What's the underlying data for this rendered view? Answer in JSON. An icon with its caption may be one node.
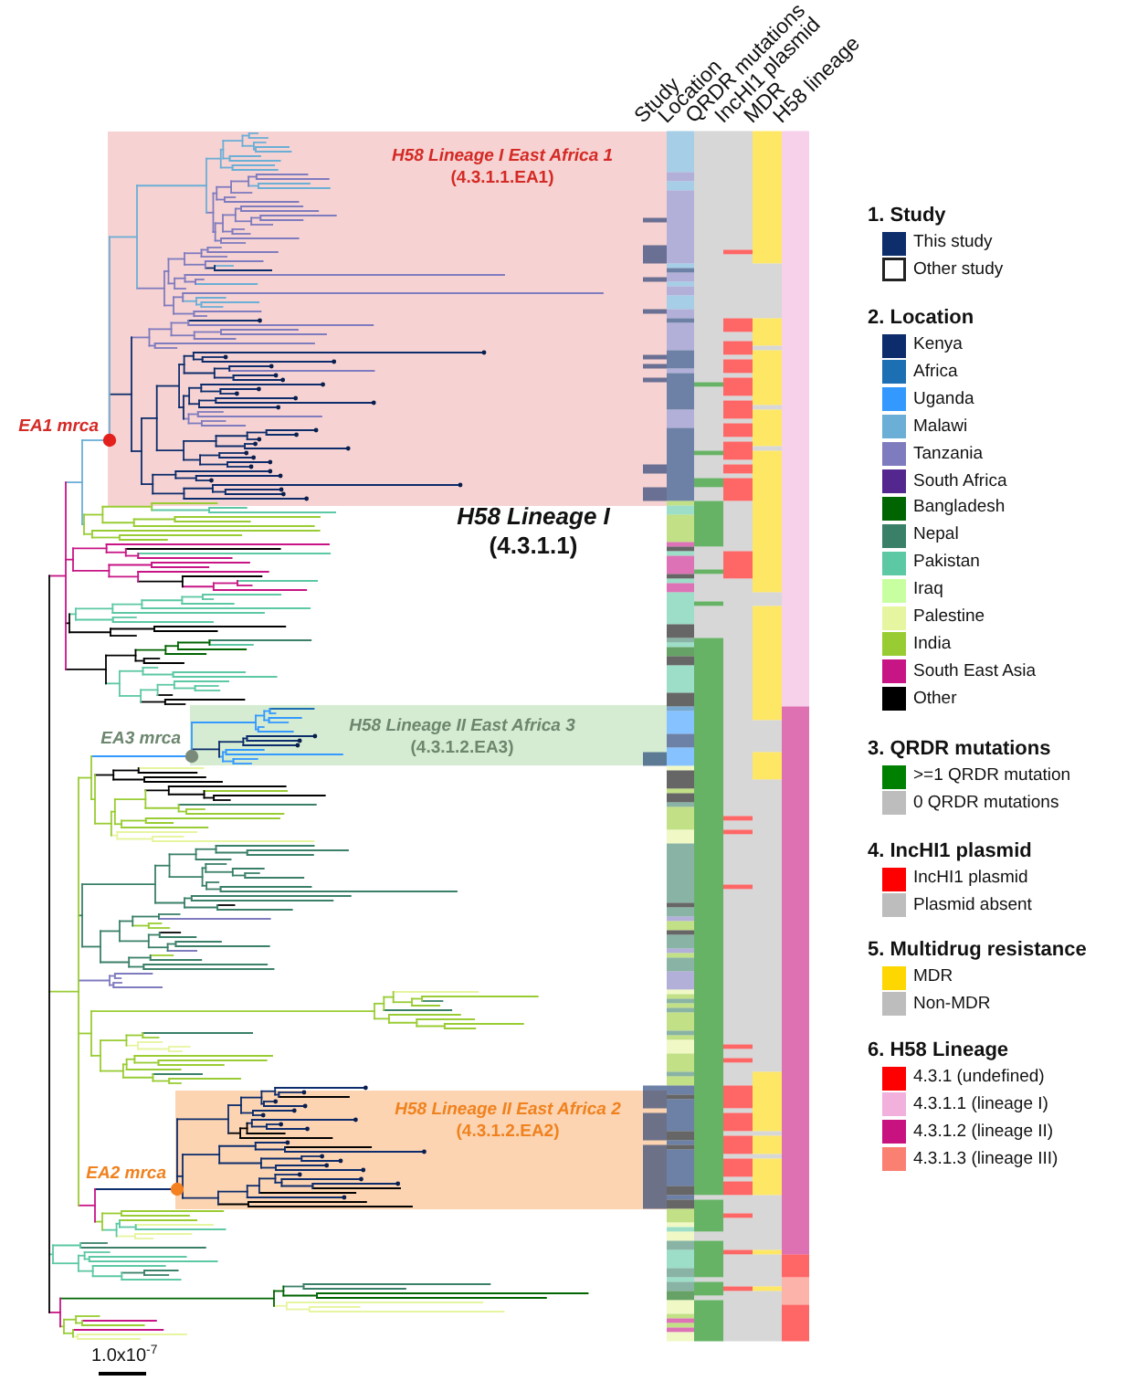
{
  "diagram": {
    "nodes": [
      {
        "text": [
          "H58 Lineage I East Africa 1",
          "(4.3.1.1.EA1)"
        ],
        "beside": [
          "EA1 mrca"
        ]
      },
      {
        "text": [
          "H58 Lineage II East Africa 3",
          "(4.3.1.2.EA3)"
        ],
        "beside": [
          "EA3 mrca"
        ]
      },
      {
        "text": [
          "H58 Lineage II East Africa 2",
          "(4.3.1.2.EA2)"
        ],
        "beside": [
          "EA2 mrca"
        ]
      }
    ],
    "labels": [
      "Study",
      "Location",
      "QRDR mutations",
      "IncHI1 plasmid",
      "MDR",
      "H58 lineage",
      "H58 Lineage I",
      "(4.3.1.1)",
      "1.0x10$^{-7}$",
      "1. Study",
      "2. Location",
      "3. QRDR mutations",
      "4. IncHI1 plasmid",
      "5. Multidrug resistance",
      "6. H58 Lineage"
    ],
    "legend": [
      {
        "text": "This study",
        "color": "#0d2e6b"
      },
      {
        "text": "Other study"
      },
      {
        "text": "Kenya",
        "color": "#0c2c6b"
      },
      {
        "text": "Africa",
        "color": "#1c6fb2"
      },
      {
        "text": "Uganda",
        "color": "#3399ff"
      },
      {
        "text": "Malawi",
        "color": "#6baed6"
      },
      {
        "text": "Tanzania",
        "color": "#7f7bbf"
      },
      {
        "text": "South Africa",
        "color": "#54278f"
      },
      {
        "text": "Bangladesh",
        "color": "#006400"
      },
      {
        "text": "Nepal",
        "color": "#3a8068"
      },
      {
        "text": "Pakistan",
        "color": "#5cc8a4"
      },
      {
        "text": "Iraq",
        "color": "#c8ffa0"
      },
      {
        "text": "Palestine",
        "color": "#e6f5a0"
      },
      {
        "text": "India",
        "color": "#99cc33"
      },
      {
        "text": "South East Asia",
        "color": "#c71585"
      },
      {
        "text": "Other",
        "color": "#000000"
      },
      {
        "text": ">=1 QRDR mutation",
        "color": "#008000"
      },
      {
        "text": "0 QRDR mutations",
        "color": "#bdbdbd"
      },
      {
        "text": "IncHI1 plasmid",
        "color": "#ff0000"
      },
      {
        "text": "Plasmid absent",
        "color": "#bdbdbd"
      },
      {
        "text": "MDR",
        "color": "#ffd700"
      },
      {
        "text": "Non-MDR",
        "color": "#bdbdbd"
      },
      {
        "text": "4.3.1 (undefined)",
        "color": "#ff0000"
      },
      {
        "text": "4.3.1.1 (lineage I)",
        "color": "#f2b0dc"
      },
      {
        "text": "4.3.1.2 (lineage II)",
        "color": "#c8127f"
      },
      {
        "text": "4.3.1.3 (lineage III)",
        "color": "#fa8072"
      }
    ]
  }
}
